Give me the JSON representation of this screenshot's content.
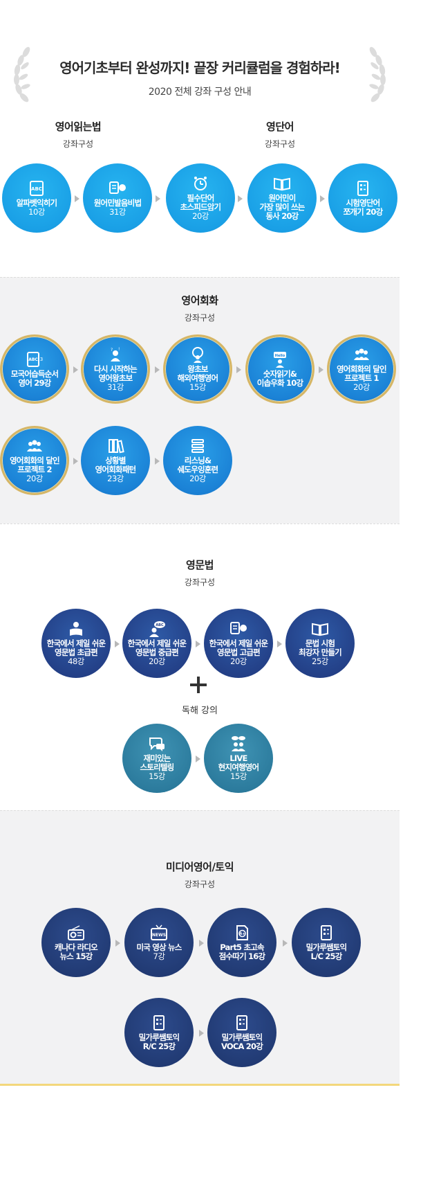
{
  "header": {
    "title": "영어기초부터 완성까지! 끝장 커리큘럼을 경험하라!",
    "subtitle": "2020 전체 강좌 구성 안내"
  },
  "sections": {
    "reading": {
      "title": "영어읽는법",
      "sub": "강좌구성"
    },
    "vocab": {
      "title": "영단어",
      "sub": "강좌구성"
    },
    "conversation": {
      "title": "영어회화",
      "sub": "강좌구성"
    },
    "grammar": {
      "title": "영문법",
      "sub": "강좌구성"
    },
    "media": {
      "title": "미디어영어/토익",
      "sub": "강좌구성"
    },
    "reading_extra": "독해 강의"
  },
  "row1": [
    {
      "label": "알파벳익히기",
      "count": "10강",
      "icon": "abc-book-icon"
    },
    {
      "label": "원어민발음비법",
      "count": "31강",
      "icon": "speech-head-icon"
    },
    {
      "label": "필수단어\n초스피드암기",
      "count": "20강",
      "icon": "alarm-clock-icon"
    },
    {
      "label": "원어민이\n가장 많이 쓰는\n동사 20강",
      "count": "",
      "icon": "open-book-icon"
    },
    {
      "label": "시험영단어\n쪼개기 20강",
      "count": "",
      "icon": "test-sheet-icon"
    }
  ],
  "conversation": [
    {
      "label": "모국어습득순서\n영어 29강",
      "count": "",
      "icon": "abc-book-icon"
    },
    {
      "label": "다시 시작하는\n영어왕초보",
      "count": "31강",
      "icon": "question-person-icon"
    },
    {
      "label": "왕초보\n해외여행영어",
      "count": "15강",
      "icon": "globe-person-icon"
    },
    {
      "label": "숫자읽기&\n이솝우화 10강",
      "count": "",
      "icon": "hello-person-icon"
    },
    {
      "label": "영어회화의 달인\n프로젝트 1",
      "count": "20강",
      "icon": "group-icon"
    },
    {
      "label": "영어회화의 달인\n프로젝트 2",
      "count": "20강",
      "icon": "group-icon"
    },
    {
      "label": "상황별\n영어회화패턴",
      "count": "23강",
      "icon": "binders-icon"
    },
    {
      "label": "리스닝&\n쉐도우잉훈련",
      "count": "20강",
      "icon": "layers-icon"
    }
  ],
  "grammar": [
    {
      "label": "한국에서 제일 쉬운\n영문법 초급편",
      "count": "48강",
      "icon": "reader-icon"
    },
    {
      "label": "한국에서 제일 쉬운\n영문법 중급편",
      "count": "20강",
      "icon": "abc-speech-icon"
    },
    {
      "label": "한국에서 제일 쉬운\n영문법 고급편",
      "count": "20강",
      "icon": "speech-head-icon"
    },
    {
      "label": "문법 시험\n최강자 만들기",
      "count": "25강",
      "icon": "open-book-icon"
    }
  ],
  "reading_courses": [
    {
      "label": "재미있는\n스토리텔링",
      "count": "15강",
      "icon": "chat-icon"
    },
    {
      "label": "LIVE\n현지여행영어",
      "count": "15강",
      "icon": "live-people-icon"
    }
  ],
  "media": [
    {
      "label": "캐나다 라디오\n뉴스 15강",
      "count": "",
      "icon": "radio-icon"
    },
    {
      "label": "미국 영상 뉴스",
      "count": "7강",
      "icon": "news-tv-icon"
    },
    {
      "label": "Part5 초고속\n점수따기 16강",
      "count": "",
      "icon": "a-plus-doc-icon"
    },
    {
      "label": "밀가루쌤토익\nL/C 25강",
      "count": "",
      "icon": "test-sheet-icon"
    },
    {
      "label": "밀가루쌤토익\nR/C 25강",
      "count": "",
      "icon": "test-sheet-icon"
    },
    {
      "label": "밀가루쌤토익\nVOCA 20강",
      "count": "",
      "icon": "test-sheet-icon"
    }
  ]
}
